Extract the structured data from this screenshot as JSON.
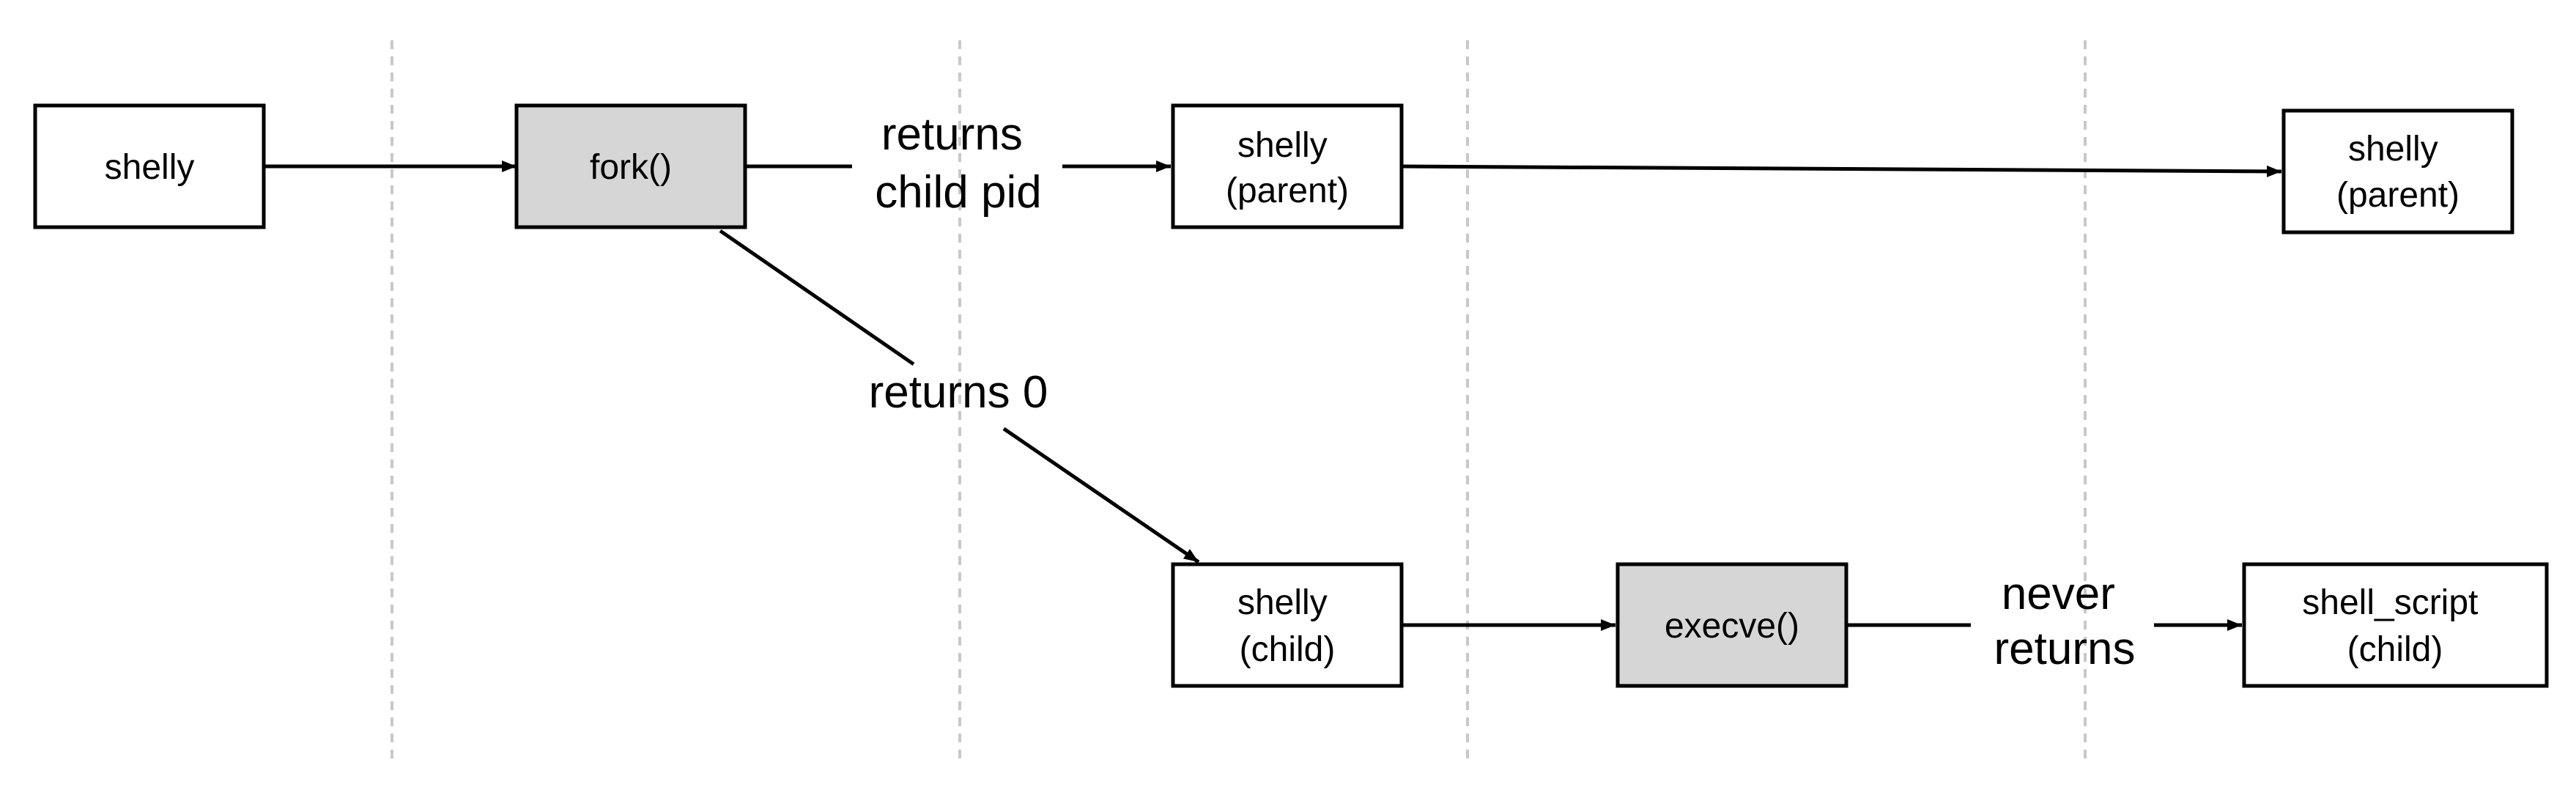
{
  "colors": {
    "box_fill": "#ffffff",
    "syscall_fill": "#d6d6d6",
    "stroke": "#000000",
    "lane_divider": "#c8c8c8"
  },
  "nodes": {
    "shelly_start": {
      "lines": [
        "shelly"
      ],
      "style": "process"
    },
    "fork": {
      "lines": [
        "fork()"
      ],
      "style": "syscall"
    },
    "shelly_parent_1": {
      "lines": [
        "shelly",
        "(parent)"
      ],
      "style": "process"
    },
    "shelly_parent_2": {
      "lines": [
        "shelly",
        "(parent)"
      ],
      "style": "process"
    },
    "shelly_child": {
      "lines": [
        "shelly",
        "(child)"
      ],
      "style": "process"
    },
    "execve": {
      "lines": [
        "execve()"
      ],
      "style": "syscall"
    },
    "shell_script_child": {
      "lines": [
        "shell_script",
        "(child)"
      ],
      "style": "process"
    }
  },
  "edges": {
    "start_to_fork": {
      "from": "shelly_start",
      "to": "fork",
      "label": []
    },
    "fork_to_parent": {
      "from": "fork",
      "to": "shelly_parent_1",
      "label": [
        "returns",
        "child pid"
      ]
    },
    "parent_to_parent": {
      "from": "shelly_parent_1",
      "to": "shelly_parent_2",
      "label": []
    },
    "fork_to_child": {
      "from": "fork",
      "to": "shelly_child",
      "label": [
        "returns 0"
      ]
    },
    "child_to_execve": {
      "from": "shelly_child",
      "to": "execve",
      "label": []
    },
    "execve_to_script": {
      "from": "execve",
      "to": "shell_script_child",
      "label": [
        "never",
        "returns"
      ]
    }
  }
}
